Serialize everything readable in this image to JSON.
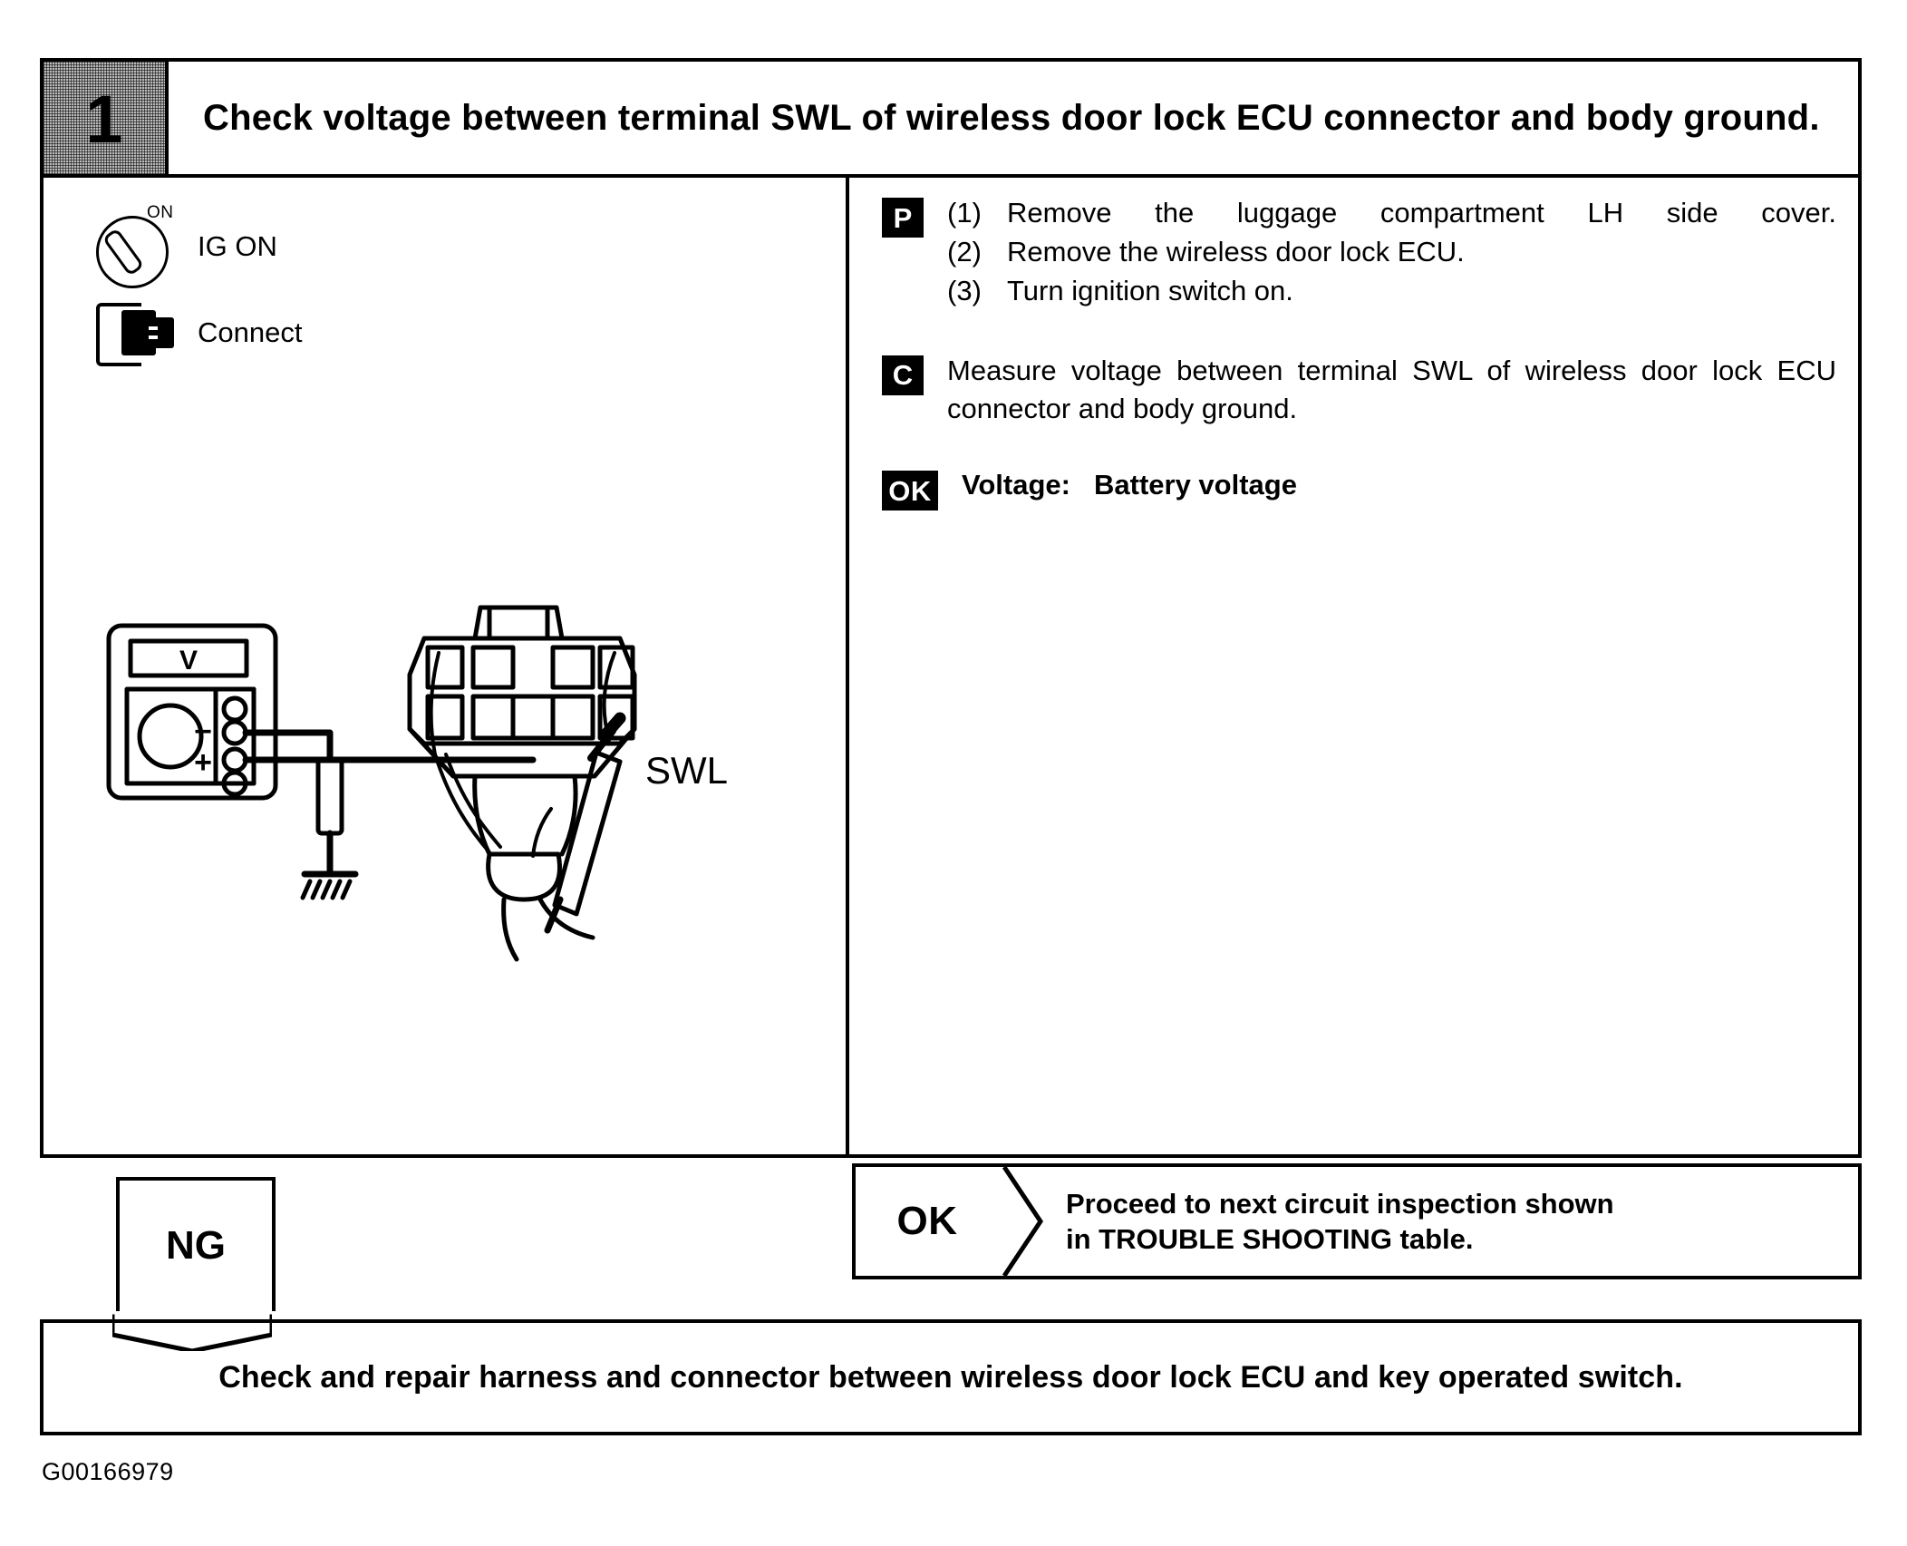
{
  "step": {
    "number": "1",
    "title": "Check voltage between terminal SWL of wireless door lock ECU connector and body ground."
  },
  "conditions": [
    {
      "icon": "ignition-key-icon",
      "badge": "ON",
      "label": "IG ON"
    },
    {
      "icon": "connector-icon",
      "label": "Connect"
    }
  ],
  "diagram": {
    "meter_display": "V",
    "meter_jack_minus": "−",
    "meter_jack_plus": "+",
    "terminal_label": "SWL"
  },
  "instructions": [
    {
      "badge": "P",
      "type": "list",
      "items": [
        {
          "n": "(1)",
          "t": "Remove the luggage compartment LH side cover."
        },
        {
          "n": "(2)",
          "t": "Remove the wireless door lock ECU."
        },
        {
          "n": "(3)",
          "t": "Turn ignition switch on."
        }
      ]
    },
    {
      "badge": "C",
      "type": "para",
      "text": "Measure voltage between terminal SWL of wireless door lock ECU connector and body ground."
    },
    {
      "badge": "OK",
      "type": "ok",
      "label": "Voltage:",
      "value": "Battery voltage"
    }
  ],
  "outcomes": {
    "ng_label": "NG",
    "ok_label": "OK",
    "ok_text_line1": "Proceed to next circuit inspection shown",
    "ok_text_line2": "in TROUBLE SHOOTING table."
  },
  "result": {
    "text": "Check and repair harness and connector between wireless door lock ECU and key operated switch."
  },
  "doc_id": "G00166979",
  "colors": {
    "ink": "#000000",
    "paper": "#ffffff",
    "halftone": "#b9b9b9"
  }
}
